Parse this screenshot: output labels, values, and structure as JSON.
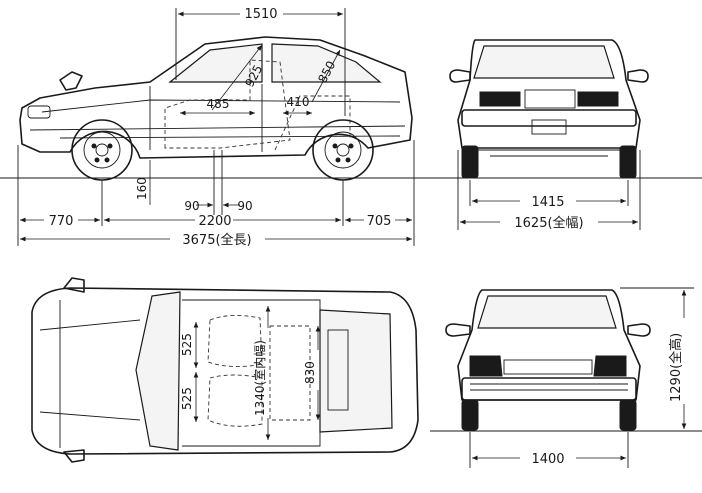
{
  "dimensions": {
    "side_wheelbase_top": "1510",
    "seat_diag_front": "925",
    "seat_diag_rear": "850",
    "seat_485": "485",
    "seat_410": "410",
    "ground_clearance": "160",
    "seat_90a": "90",
    "seat_90b": "90",
    "front_overhang": "770",
    "wheelbase": "2200",
    "rear_overhang": "705",
    "overall_length": "3675(全長)",
    "rear_track": "1415",
    "overall_width": "1625(全幅)",
    "top_seat_525a": "525",
    "top_seat_525b": "525",
    "interior_width": "1340(室内幅)",
    "cargo_830": "830",
    "front_track": "1400",
    "overall_height": "1290(全高)"
  }
}
